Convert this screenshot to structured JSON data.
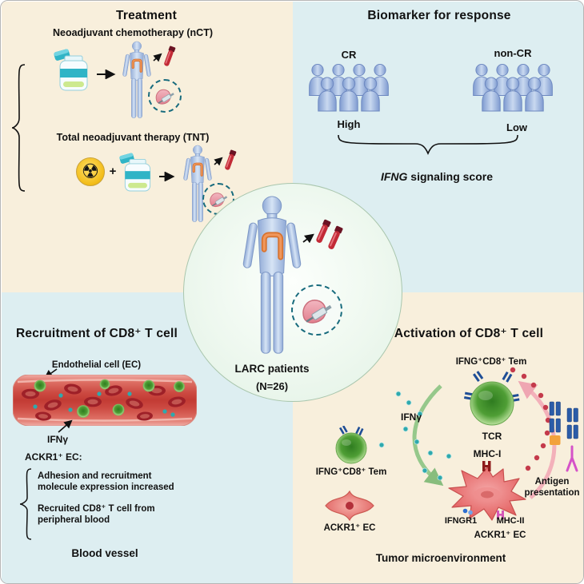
{
  "treatment": {
    "title": "Treatment",
    "nct_label": "Neoadjuvant chemotherapy (nCT)",
    "tnt_label": "Total neoadjuvant therapy (TNT)",
    "plus": "+"
  },
  "biomarker": {
    "title": "Biomarker for response",
    "cr_label": "CR",
    "non_cr_label": "non-CR",
    "high_label": "High",
    "low_label": "Low",
    "score_gene": "IFNG",
    "score_rest": " signaling score"
  },
  "center": {
    "patients_label": "LARC patients",
    "n_label": "(N=26)"
  },
  "recruitment": {
    "title": "Recruitment of CD8⁺ T cell",
    "ec_label": "Endothelial cell (EC)",
    "ifng_label": "IFNγ",
    "ackr1_label": "ACKR1⁺ EC:",
    "bullet_1": "Adhesion and recruitment molecule expression increased",
    "bullet_2": "Recruited CD8⁺ T cell from peripheral blood",
    "caption": "Blood vessel"
  },
  "activation": {
    "title": "Activation of CD8⁺ T cell",
    "tem_top_label": "IFNG⁺CD8⁺ Tem",
    "tem_left_label": "IFNG⁺CD8⁺ Tem",
    "ifng_label": "IFNγ",
    "tcr_label": "TCR",
    "mhc1_label": "MHC-I",
    "antigen_label": "Antigen presentation",
    "ifngr1_label": "IFNGR1",
    "mhc2_label": "MHC-II",
    "ackr1_ec_right_label": "ACKR1⁺ EC",
    "ackr1_ec_left_label": "ACKR1⁺ EC",
    "caption": "Tumor microenvironment"
  },
  "icons": {
    "radiation": "☢"
  },
  "colors": {
    "beige_panel": "#f8efdc",
    "blue_panel": "#ddeef1",
    "accent_teal": "#2fb4c6",
    "green_cell": "#4f9e35",
    "vessel_red": "#c63a33",
    "figure_blue": "#8fa9d6"
  }
}
